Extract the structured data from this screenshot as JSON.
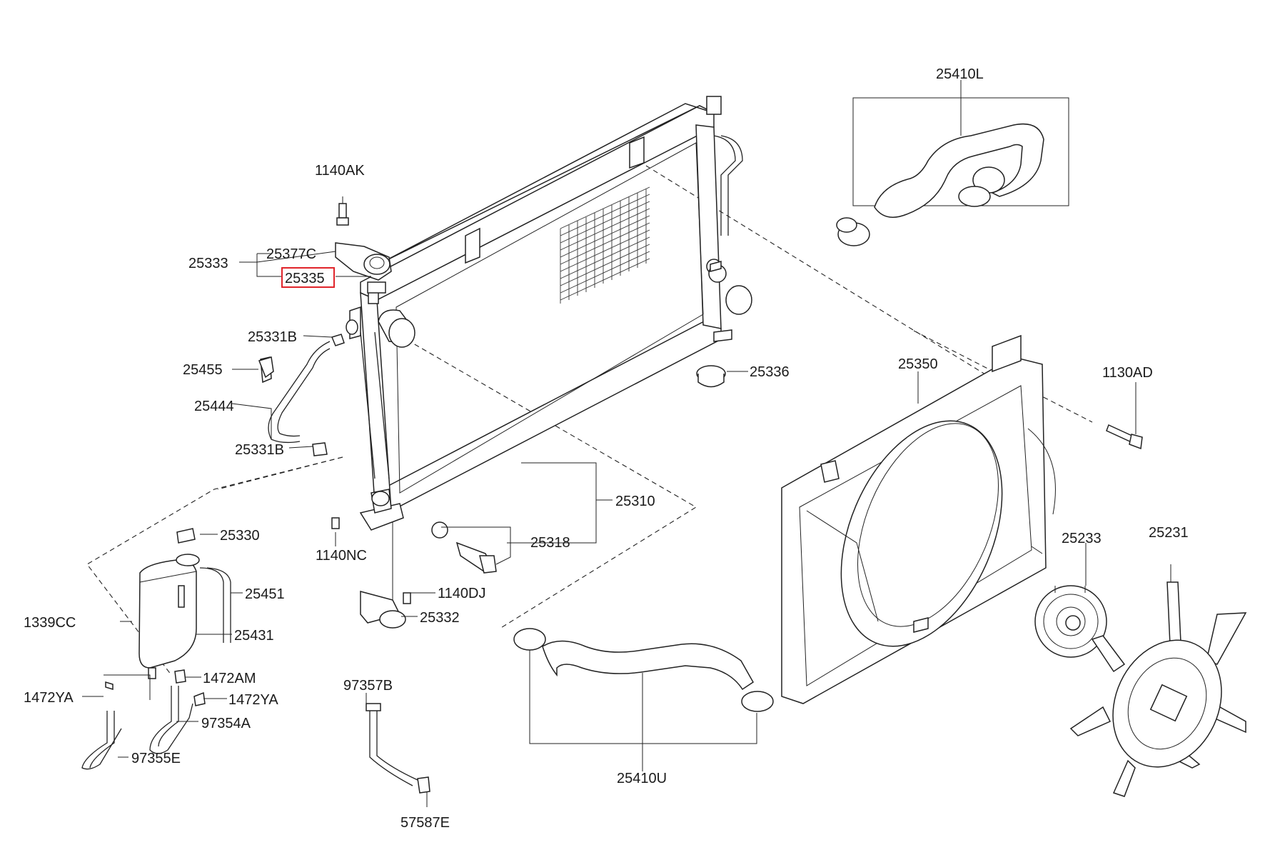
{
  "highlight_color": "#e0242a",
  "labels": {
    "p25410L": "25410L",
    "p1140AK": "1140AK",
    "p25377C": "25377C",
    "p25333": "25333",
    "p25335": "25335",
    "p25331B_top": "25331B",
    "p25455": "25455",
    "p25336": "25336",
    "p25350": "25350",
    "p1130AD": "1130AD",
    "p25444": "25444",
    "p25331B_bot": "25331B",
    "p25310": "25310",
    "p25330": "25330",
    "p25318": "25318",
    "p1140NC": "1140NC",
    "p25233": "25233",
    "p25231": "25231",
    "p25451": "25451",
    "p1140DJ": "1140DJ",
    "p25332": "25332",
    "p1339CC": "1339CC",
    "p25431": "25431",
    "p1472AM": "1472AM",
    "p1472YA_left": "1472YA",
    "p1472YA_right": "1472YA",
    "p97357B": "97357B",
    "p97354A": "97354A",
    "p97355E": "97355E",
    "p25410U": "25410U",
    "p57587E": "57587E"
  }
}
